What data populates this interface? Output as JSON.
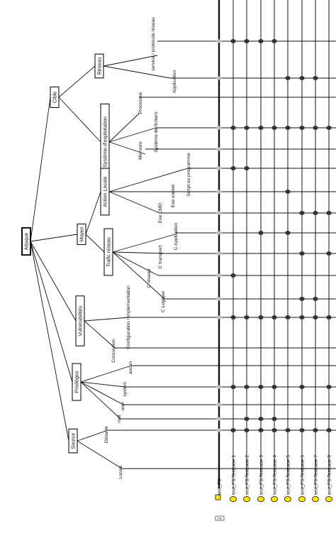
{
  "root": {
    "label": "Attaque"
  },
  "categories": [
    {
      "id": "cible",
      "label": "Cible"
    },
    {
      "id": "moyen",
      "label": "Moyen"
    },
    {
      "id": "vuln",
      "label": "Vulnérabilités"
    },
    {
      "id": "priv",
      "label": "Privilèges"
    },
    {
      "id": "source",
      "label": "Source"
    }
  ],
  "subcategories": [
    {
      "id": "reseau",
      "label": "Réseau"
    },
    {
      "id": "sysexp",
      "label": "Système d'exploitation"
    },
    {
      "id": "actloc",
      "label": "Action Locale"
    },
    {
      "id": "trafic",
      "label": "Trafic réseau"
    }
  ],
  "leaves": [
    {
      "id": "service",
      "label": "service / protocole réseau"
    },
    {
      "id": "application",
      "label": "Application"
    },
    {
      "id": "processus",
      "label": "Processus"
    },
    {
      "id": "sysfich",
      "label": "Système de fichiers"
    },
    {
      "id": "memoire",
      "label": "Mémoire"
    },
    {
      "id": "script",
      "label": "Script ou programme"
    },
    {
      "id": "exesocket",
      "label": "Exe socket"
    },
    {
      "id": "execmd",
      "label": "Exe CMD"
    },
    {
      "id": "capplication",
      "label": "C Application"
    },
    {
      "id": "ctransport",
      "label": "C transport"
    },
    {
      "id": "creseau",
      "label": "C réseau"
    },
    {
      "id": "clogique",
      "label": "C Logique"
    },
    {
      "id": "config",
      "label": "Configuration / implémentation"
    },
    {
      "id": "conception",
      "label": "Conception"
    },
    {
      "id": "aucun",
      "label": "aucun"
    },
    {
      "id": "system",
      "label": "system"
    },
    {
      "id": "user",
      "label": "user"
    },
    {
      "id": "root",
      "label": "root"
    },
    {
      "id": "distante",
      "label": "Distante"
    },
    {
      "id": "locale",
      "label": "Locale"
    }
  ],
  "testcases": [
    {
      "label": "test_FS"
    },
    {
      "label": "test_FS.Testcase 1"
    },
    {
      "label": "test_FS.Testcase 2"
    },
    {
      "label": "test_FS.Testcase 3"
    },
    {
      "label": "test_FS.Testcase 4"
    },
    {
      "label": "test_FS.Testcase 5"
    },
    {
      "label": "test_FS.Testcase 6"
    },
    {
      "label": "test_FS.Testcase 7"
    },
    {
      "label": "test_FS.Testcase 8"
    }
  ],
  "toggle_label": "FS",
  "colors": {
    "line": "#111111",
    "dot_dark": "#333333",
    "dot_light": "#bdbdbd",
    "node_yellow": "#ffe600"
  },
  "matrix": [
    [
      1,
      1,
      1,
      1,
      1,
      0,
      0,
      0,
      0
    ],
    [
      1,
      0,
      0,
      0,
      0,
      1,
      1,
      1,
      0
    ],
    [
      0,
      0,
      0,
      0,
      0,
      0,
      0,
      0,
      0
    ],
    [
      1,
      1,
      1,
      1,
      1,
      1,
      1,
      1,
      1
    ],
    [
      1,
      0,
      0,
      0,
      0,
      0,
      0,
      0,
      0
    ],
    [
      1,
      1,
      1,
      0,
      0,
      0,
      0,
      0,
      0
    ],
    [
      1,
      0,
      0,
      0,
      0,
      1,
      0,
      0,
      0
    ],
    [
      1,
      0,
      0,
      0,
      0,
      0,
      1,
      1,
      1
    ],
    [
      1,
      0,
      0,
      1,
      0,
      1,
      0,
      0,
      0
    ],
    [
      1,
      0,
      0,
      0,
      0,
      0,
      1,
      0,
      1
    ],
    [
      1,
      1,
      0,
      0,
      0,
      0,
      0,
      0,
      0
    ],
    [
      1,
      0,
      0,
      0,
      0,
      0,
      1,
      1,
      0
    ],
    [
      1,
      1,
      1,
      1,
      1,
      1,
      1,
      1,
      1
    ],
    [
      0,
      0,
      0,
      0,
      0,
      0,
      0,
      0,
      0
    ],
    [
      0,
      0,
      0,
      0,
      0,
      0,
      0,
      0,
      0
    ],
    [
      1,
      1,
      1,
      1,
      1,
      0,
      1,
      0,
      1
    ],
    [
      1,
      0,
      0,
      0,
      0,
      0,
      0,
      0,
      0
    ],
    [
      1,
      0,
      1,
      1,
      1,
      0,
      0,
      0,
      0
    ],
    [
      1,
      1,
      1,
      1,
      1,
      1,
      1,
      1,
      1
    ],
    [
      0,
      0,
      0,
      0,
      0,
      0,
      0,
      0,
      0
    ]
  ]
}
